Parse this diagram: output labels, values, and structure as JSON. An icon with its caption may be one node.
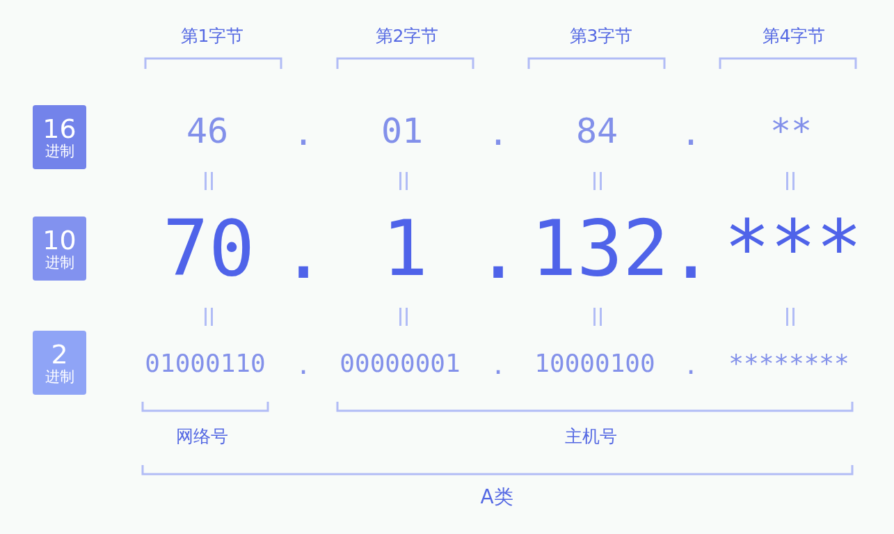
{
  "diagram": {
    "nodes": [
      {
        "text": [
          "16",
          "进制"
        ]
      },
      {
        "text": [
          "10",
          "进制"
        ]
      },
      {
        "text": [
          "2",
          "进制"
        ]
      }
    ],
    "labels": [
      "第1字节",
      "第2字节",
      "第3字节",
      "第4字节",
      "46",
      ".",
      "01",
      ".",
      "84",
      ".",
      "**",
      "70",
      ".",
      "1",
      ".",
      "132",
      ".",
      "***",
      "01000110",
      ".",
      "00000001",
      ".",
      "10000100",
      ".",
      "********",
      "网络号",
      "主机号",
      "A类"
    ]
  }
}
